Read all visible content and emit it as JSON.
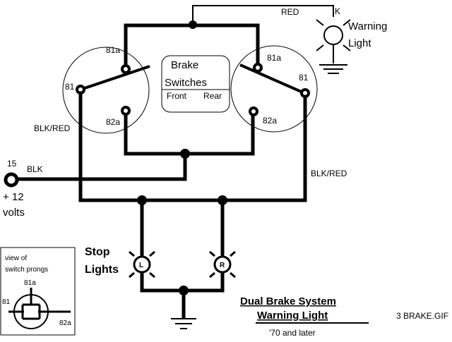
{
  "diagram": {
    "title": "Dual Brake System",
    "subtitle": "Warning Light",
    "date_note": "'70 and later",
    "file_label": "3 BRAKE.GIF",
    "labels": {
      "red": "RED",
      "k": "K",
      "warning_line1": "Warning",
      "warning_line2": "Light",
      "brake_line1": "Brake",
      "brake_line2": "Switches",
      "front": "Front",
      "rear": "Rear",
      "left_81": "81",
      "left_81a": "81a",
      "left_82a": "82a",
      "right_81": "81",
      "right_81a": "81a",
      "right_82a": "82a",
      "blk_red_left": "BLK/RED",
      "blk_red_right": "BLK/RED",
      "fifteen": "15",
      "blk": "BLK",
      "plus12": "+ 12",
      "volts": "volts",
      "stop1": "Stop",
      "stop2": "Lights",
      "lamp_l": "L",
      "lamp_r": "R"
    },
    "inset": {
      "line1": "view of",
      "line2": "switch prongs",
      "p81a": "81a",
      "p81": "81",
      "p82a": "82a"
    }
  }
}
